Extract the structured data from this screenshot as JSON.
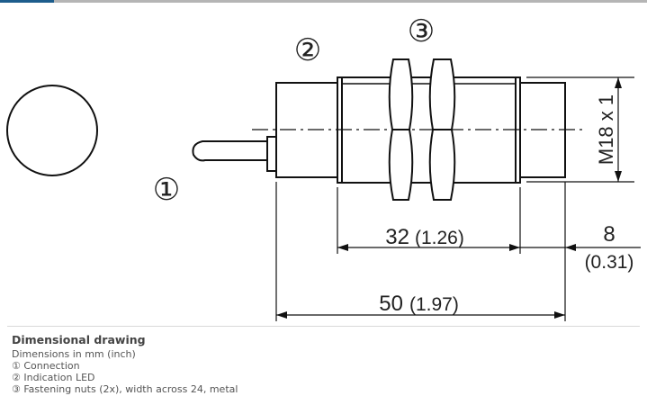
{
  "drawing": {
    "callouts": [
      "①",
      "②",
      "③"
    ],
    "dim_32": "32",
    "dim_32_inch": "(1.26)",
    "dim_8": "8",
    "dim_8_inch": "(0.31)",
    "dim_50": "50",
    "dim_50_inch": "(1.97)",
    "thread": "M18 x 1"
  },
  "caption": {
    "title": "Dimensional drawing",
    "units": "Dimensions in mm (inch)",
    "items": [
      "① Connection",
      "② Indication LED",
      "③ Fastening nuts (2x), width across 24, metal"
    ]
  }
}
